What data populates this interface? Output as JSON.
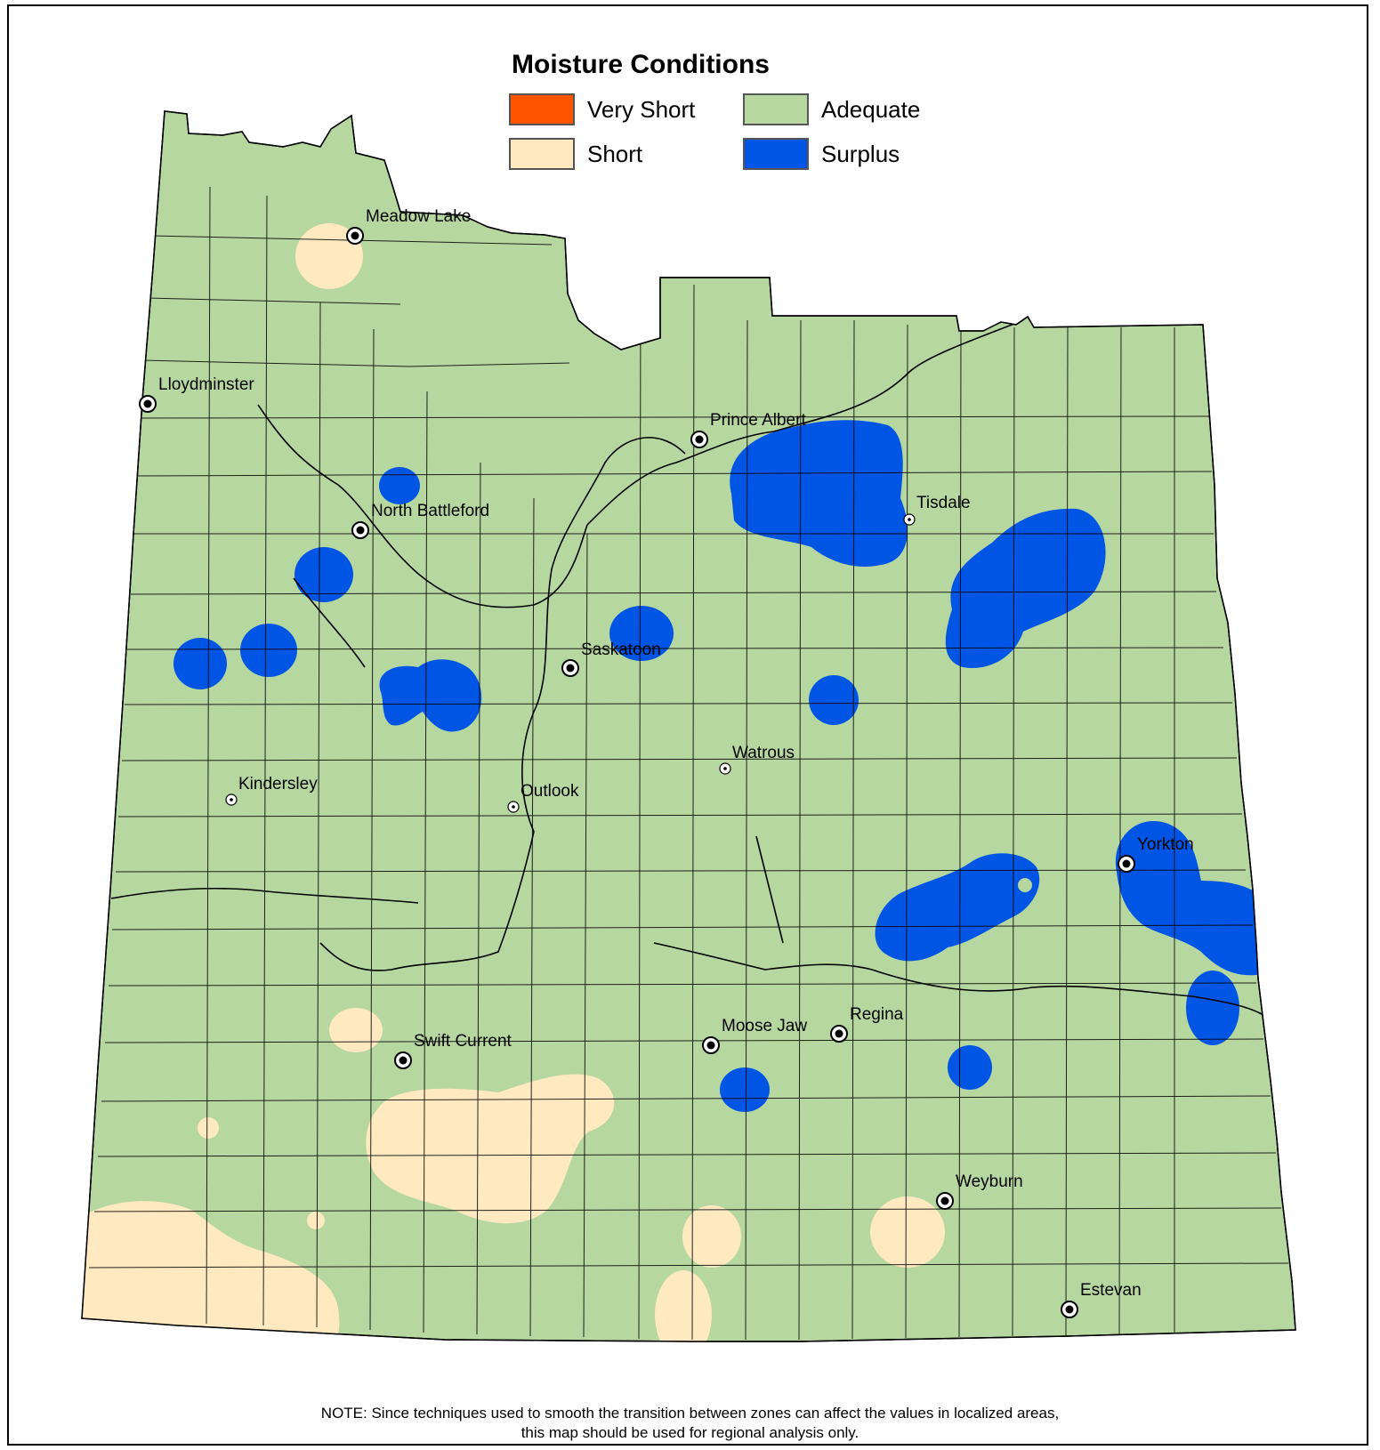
{
  "legend": {
    "title": "Moisture Conditions",
    "items": [
      {
        "label": "Very Short",
        "color": "#ff5500"
      },
      {
        "label": "Adequate",
        "color": "#b6d7a0"
      },
      {
        "label": "Short",
        "color": "#ffe9c0"
      },
      {
        "label": "Surplus",
        "color": "#0055e4"
      }
    ]
  },
  "cities": [
    {
      "name": "Meadow Lake",
      "marker": "major"
    },
    {
      "name": "Lloydminster",
      "marker": "major"
    },
    {
      "name": "Prince Albert",
      "marker": "major"
    },
    {
      "name": "North Battleford",
      "marker": "major"
    },
    {
      "name": "Tisdale",
      "marker": "minor"
    },
    {
      "name": "Saskatoon",
      "marker": "major"
    },
    {
      "name": "Watrous",
      "marker": "minor"
    },
    {
      "name": "Kindersley",
      "marker": "minor"
    },
    {
      "name": "Outlook",
      "marker": "minor"
    },
    {
      "name": "Yorkton",
      "marker": "major"
    },
    {
      "name": "Regina",
      "marker": "major"
    },
    {
      "name": "Moose Jaw",
      "marker": "major"
    },
    {
      "name": "Swift Current",
      "marker": "major"
    },
    {
      "name": "Weyburn",
      "marker": "major"
    },
    {
      "name": "Estevan",
      "marker": "major"
    }
  ],
  "note": {
    "line1": "NOTE: Since techniques used to smooth the transition between zones can affect the values in localized areas,",
    "line2": "this map should be used for regional analysis only."
  },
  "colors": {
    "adequate": "#b6d7a0",
    "short": "#ffe9c0",
    "surplus": "#0055e4",
    "very_short": "#ff5500",
    "boundary": "#000000"
  }
}
